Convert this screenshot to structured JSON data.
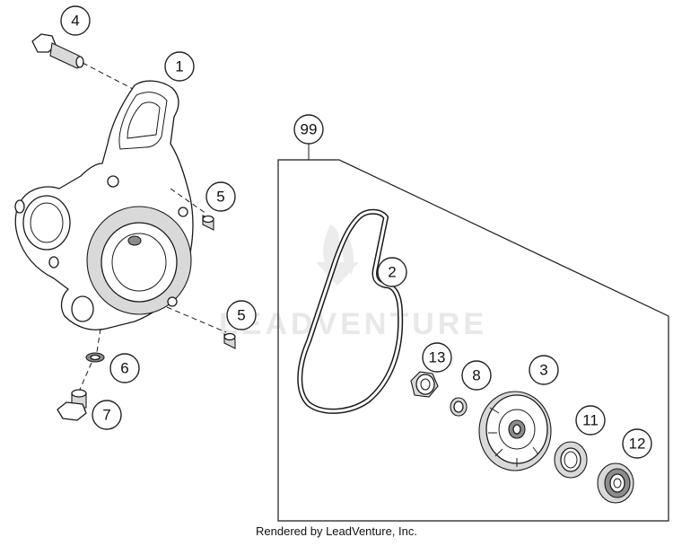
{
  "watermark": "LEADVENTURE",
  "footer": "Rendered by LeadVenture, Inc.",
  "callouts": [
    {
      "id": "1",
      "label": "1"
    },
    {
      "id": "2",
      "label": "2"
    },
    {
      "id": "3",
      "label": "3"
    },
    {
      "id": "4",
      "label": "4"
    },
    {
      "id": "5a",
      "label": "5"
    },
    {
      "id": "5b",
      "label": "5"
    },
    {
      "id": "6",
      "label": "6"
    },
    {
      "id": "7",
      "label": "7"
    },
    {
      "id": "8",
      "label": "8"
    },
    {
      "id": "11",
      "label": "11"
    },
    {
      "id": "12",
      "label": "12"
    },
    {
      "id": "13",
      "label": "13"
    },
    {
      "id": "99",
      "label": "99"
    }
  ]
}
